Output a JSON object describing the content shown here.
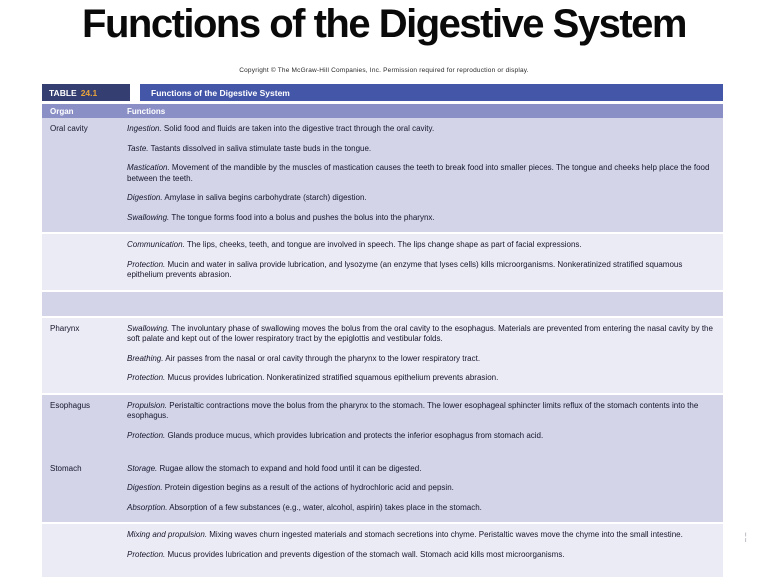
{
  "slide": {
    "title": "Functions of the Digestive System",
    "copyright": "Copyright © The McGraw-Hill Companies, Inc. Permission required for reproduction or display.",
    "page_marker": "¦"
  },
  "colors": {
    "table_label_bg": "#353e70",
    "table_number": "#e8a33b",
    "caption_bg": "#4456a8",
    "column_header_bg": "#8a8fc6",
    "row_medium": "#d3d4e8",
    "row_light": "#ebebf5",
    "text": "#15152c"
  },
  "table": {
    "label": "TABLE",
    "number": "24.1",
    "caption": "Functions of the Digestive System",
    "columns": [
      "Organ",
      "Functions"
    ],
    "sections": [
      {
        "organ": "Oral cavity",
        "shade": "medium",
        "items": [
          {
            "lead": "Ingestion.",
            "rest": "Solid food and fluids are taken into the digestive tract through the oral cavity."
          },
          {
            "lead": "Taste.",
            "rest": "Tastants dissolved in saliva stimulate taste buds in the tongue."
          },
          {
            "lead": "Mastication.",
            "rest": "Movement of the mandible by the muscles of mastication causes the teeth to break food into smaller pieces. The tongue and cheeks help place the food between the teeth."
          },
          {
            "lead": "Digestion.",
            "rest": "Amylase in saliva begins carbohydrate (starch) digestion."
          },
          {
            "lead": "Swallowing.",
            "rest": "The tongue forms food into a bolus and pushes the bolus into the pharynx."
          }
        ]
      },
      {
        "organ": "",
        "shade": "light",
        "items": [
          {
            "lead": "Communication.",
            "rest": "The lips, cheeks, teeth, and tongue are involved in speech. The lips change shape as part of facial expressions."
          },
          {
            "lead": "Protection.",
            "rest": "Mucin and water in saliva provide lubrication, and lysozyme (an enzyme that lyses cells) kills microorganisms. Nonkeratinized stratified squamous epithelium prevents abrasion."
          }
        ]
      },
      {
        "organ": "",
        "shade": "medium",
        "items": []
      },
      {
        "organ": "Pharynx",
        "shade": "light",
        "items": [
          {
            "lead": "Swallowing.",
            "rest": "The involuntary phase of swallowing moves the bolus from the oral cavity to the esophagus. Materials are prevented from entering the nasal cavity by the soft palate and kept out of the lower respiratory tract by the epiglottis and vestibular folds."
          },
          {
            "lead": "Breathing.",
            "rest": "Air passes from the nasal or oral cavity through the pharynx to the lower respiratory tract."
          },
          {
            "lead": "Protection.",
            "rest": "Mucus provides lubrication. Nonkeratinized stratified squamous epithelium prevents abrasion."
          }
        ]
      },
      {
        "organ": "Esophagus",
        "shade": "medium",
        "no_separator_below": true,
        "items": [
          {
            "lead": "Propulsion.",
            "rest": "Peristaltic contractions move the bolus from the pharynx to the stomach. The lower esophageal sphincter limits reflux of the stomach contents into the esophagus."
          },
          {
            "lead": "Protection.",
            "rest": "Glands produce mucus, which provides lubrication and protects the inferior esophagus from stomach acid."
          }
        ]
      },
      {
        "organ": "Stomach",
        "shade": "medium",
        "items": [
          {
            "lead": "Storage.",
            "rest": "Rugae allow the stomach to expand and hold food until it can be digested."
          },
          {
            "lead": "Digestion.",
            "rest": "Protein digestion begins as a result of the actions of hydrochloric acid and pepsin."
          },
          {
            "lead": "Absorption.",
            "rest": "Absorption of a few substances (e.g., water, alcohol, aspirin) takes place in the stomach."
          }
        ]
      },
      {
        "organ": "",
        "shade": "light",
        "items": [
          {
            "lead": "Mixing and propulsion.",
            "rest": "Mixing waves churn ingested materials and stomach secretions into chyme. Peristaltic waves move the chyme into the small intestine."
          },
          {
            "lead": "Protection.",
            "rest": "Mucus provides lubrication and prevents digestion of the stomach wall. Stomach acid kills most microorganisms."
          }
        ]
      }
    ]
  }
}
